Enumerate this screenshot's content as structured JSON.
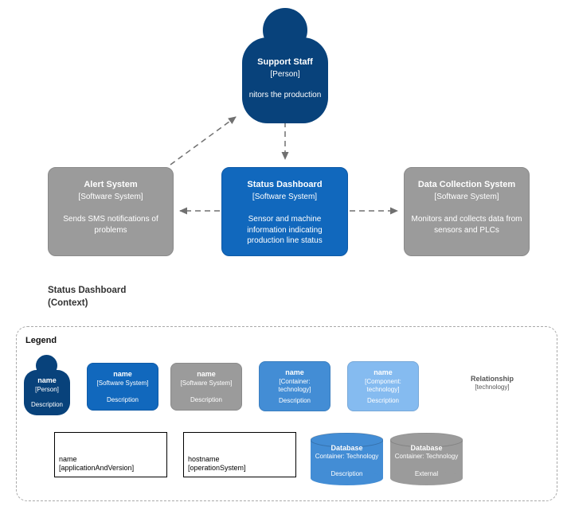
{
  "diagram": {
    "title_line1": "Status Dashboard",
    "title_line2": "(Context)",
    "nodes": {
      "support_staff": {
        "name": "Support Staff",
        "type": "[Person]",
        "description": "nitors the production"
      },
      "alert_system": {
        "name": "Alert System",
        "type": "[Software System]",
        "description": "Sends SMS notifications of problems"
      },
      "status_dashboard": {
        "name": "Status Dashboard",
        "type": "[Software System]",
        "description": "Sensor and machine information indicating production line status"
      },
      "data_collection": {
        "name": "Data Collection System",
        "type": "[Software System]",
        "description": "Monitors and collects data from sensors and PLCs"
      }
    },
    "relationships": [
      {
        "from": "Alert System",
        "to": "Support Staff"
      },
      {
        "from": "Support Staff",
        "to": "Status Dashboard"
      },
      {
        "from": "Status Dashboard",
        "to": "Alert System"
      },
      {
        "from": "Status Dashboard",
        "to": "Data Collection System"
      }
    ]
  },
  "legend": {
    "title": "Legend",
    "person": {
      "name": "name",
      "type": "[Person]",
      "description": "Description"
    },
    "software_system": {
      "name": "name",
      "type": "[Software System]",
      "description": "Description"
    },
    "external_system": {
      "name": "name",
      "type": "[Software System]",
      "description": "Description"
    },
    "container": {
      "name": "name",
      "type": "[Container: technology]",
      "description": "Description"
    },
    "component": {
      "name": "name",
      "type": "[Component: technology]",
      "description": "Description"
    },
    "relationship": {
      "name": "Relationship",
      "type": "[technology]"
    },
    "application": {
      "name": "name",
      "type": "[applicationAndVersion]"
    },
    "host": {
      "name": "hostname",
      "type": "[operationSystem]"
    },
    "database": {
      "name": "Database",
      "type": "Container: Technology",
      "description": "Description"
    },
    "external_database": {
      "name": "Database",
      "type": "Container: Technology",
      "description": "External"
    }
  },
  "colors": {
    "person": "#08427B",
    "software_system": "#1168BD",
    "external": "#9B9B9B",
    "container": "#438DD5",
    "component": "#85BBF0",
    "arrow": "#707070"
  }
}
